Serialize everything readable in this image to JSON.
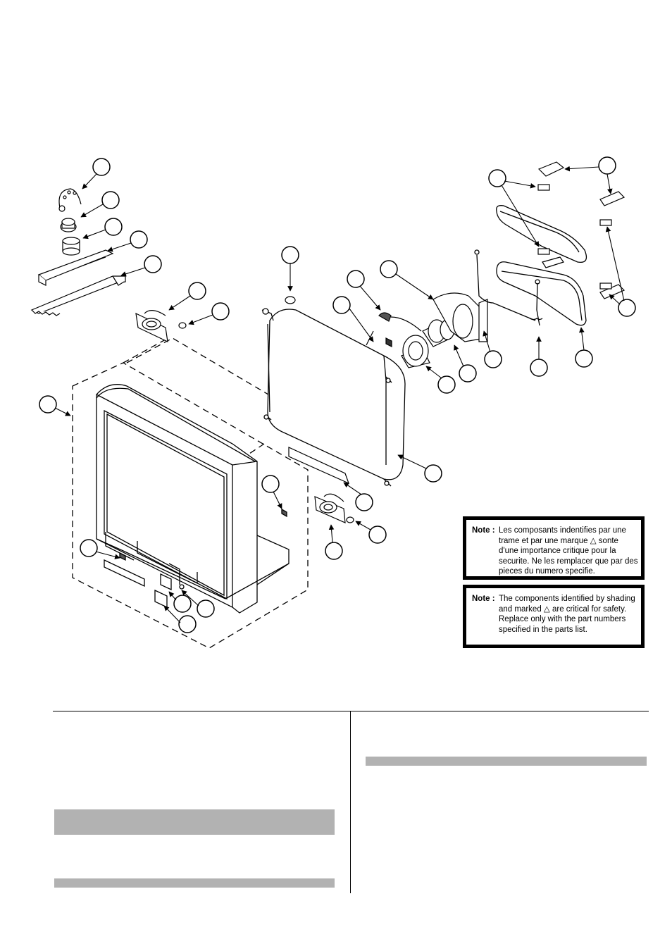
{
  "notes": {
    "french": {
      "label": "Note :",
      "text": "Les composants indentifies par une trame et par une marque △ sonte d'une importance critique pour la securite. Ne les remplacer que par des pieces du numero specifie."
    },
    "english": {
      "label": "Note :",
      "text": "The components identified by shading and marked △ are critical for safety. Replace only with the part numbers specified in the parts list."
    }
  },
  "colors": {
    "ink": "#000000",
    "paper": "#ffffff",
    "section_bar": "#b2b2b2"
  },
  "callouts_label_text": "",
  "icons": [
    "warning-triangle-icon"
  ]
}
